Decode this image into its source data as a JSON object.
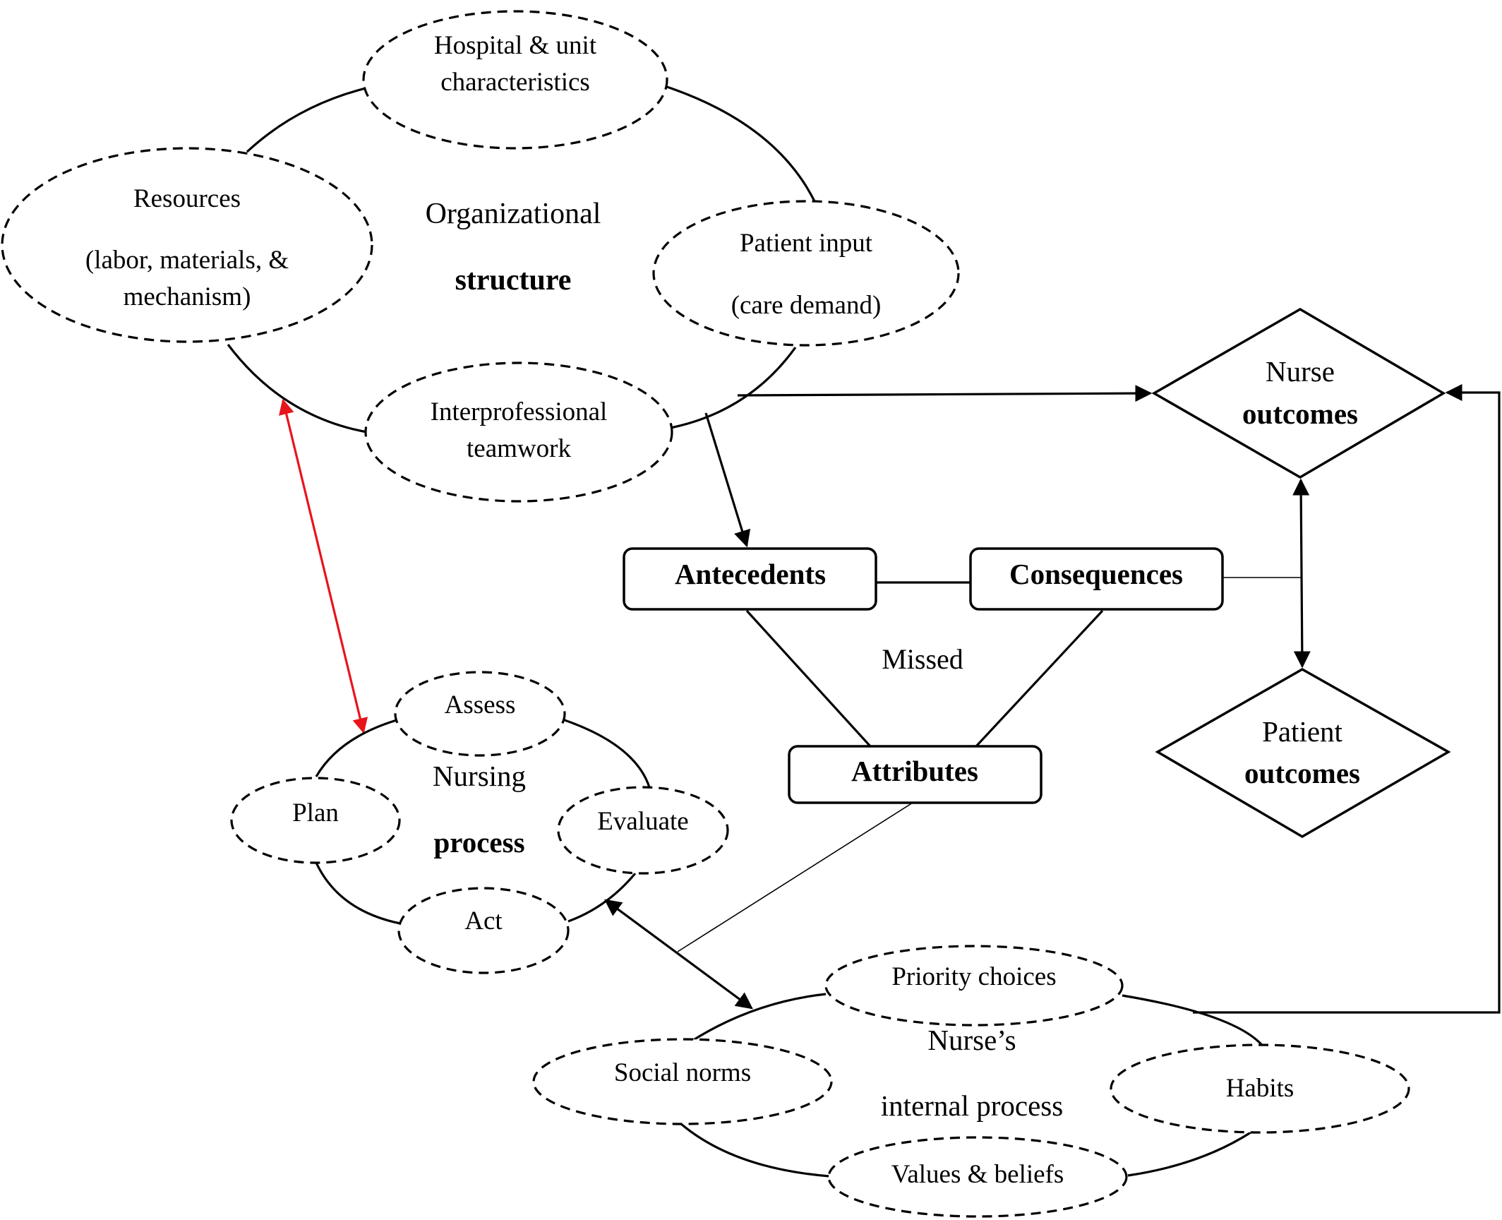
{
  "organizational": {
    "title_line1": "Organizational",
    "title_line2": "structure",
    "hospital": [
      "Hospital & unit",
      "characteristics"
    ],
    "resources": [
      "Resources",
      "(labor, materials, &",
      "mechanism)"
    ],
    "patient_input": [
      "Patient input",
      "(care demand)"
    ],
    "teamwork": [
      "Interprofessional",
      "teamwork"
    ]
  },
  "missed": {
    "antecedents": "Antecedents",
    "consequences": "Consequences",
    "attributes": "Attributes",
    "center": "Missed"
  },
  "outcomes": {
    "nurse": [
      "Nurse",
      "outcomes"
    ],
    "patient": [
      "Patient",
      "outcomes"
    ]
  },
  "nursing_process": {
    "title_line1": "Nursing",
    "title_line2": "process",
    "assess": "Assess",
    "plan": "Plan",
    "evaluate": "Evaluate",
    "act": "Act"
  },
  "internal_process": {
    "title_line1": "Nurse’s",
    "title_line2": "internal process",
    "priority": "Priority choices",
    "social": "Social norms",
    "habits": "Habits",
    "values": "Values & beliefs"
  },
  "colors": {
    "link": "#000000",
    "highlight_arrow": "#e8141b"
  }
}
